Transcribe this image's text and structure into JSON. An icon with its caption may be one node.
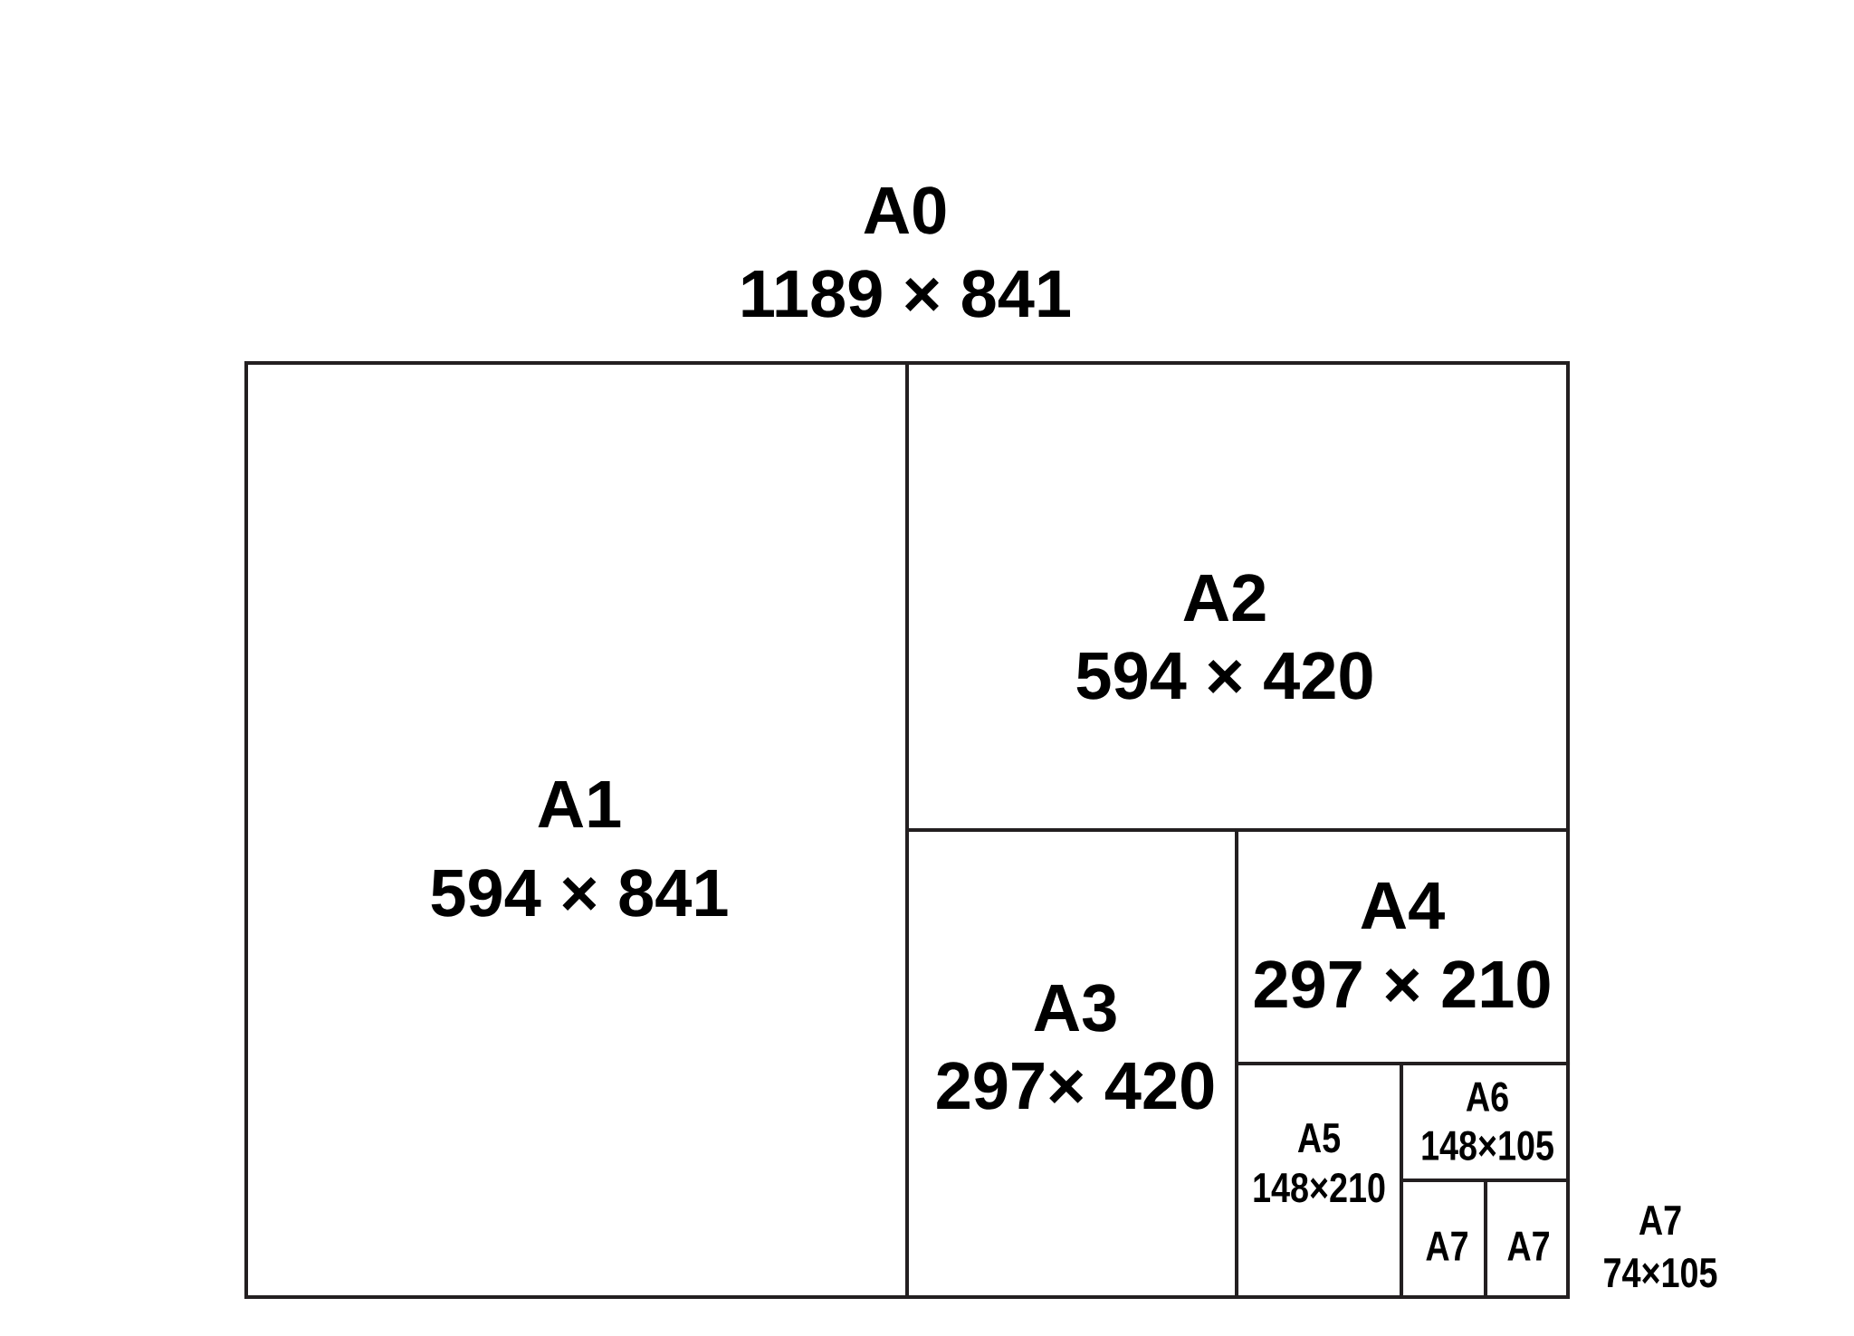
{
  "diagram": {
    "nodes": [
      {
        "text": [
          "A0",
          "1189 × 841"
        ]
      },
      {
        "text": [
          "A1",
          "594 × 841"
        ],
        "in": 0
      },
      {
        "text": [
          "A2",
          "594 × 420"
        ],
        "in": 0
      },
      {
        "text": [
          "A3",
          "297× 420"
        ],
        "in": 0
      },
      {
        "text": [
          "A4",
          "297 × 210"
        ],
        "in": 0
      },
      {
        "text": [
          "A5",
          "148×210"
        ],
        "in": 0
      },
      {
        "text": [
          "A6",
          "148×105"
        ],
        "in": 0
      },
      {
        "text": [
          "A7"
        ],
        "in": 0
      },
      {
        "text": [
          "A7"
        ],
        "in": 0
      }
    ],
    "labels": [
      "A7",
      "74×105"
    ]
  }
}
